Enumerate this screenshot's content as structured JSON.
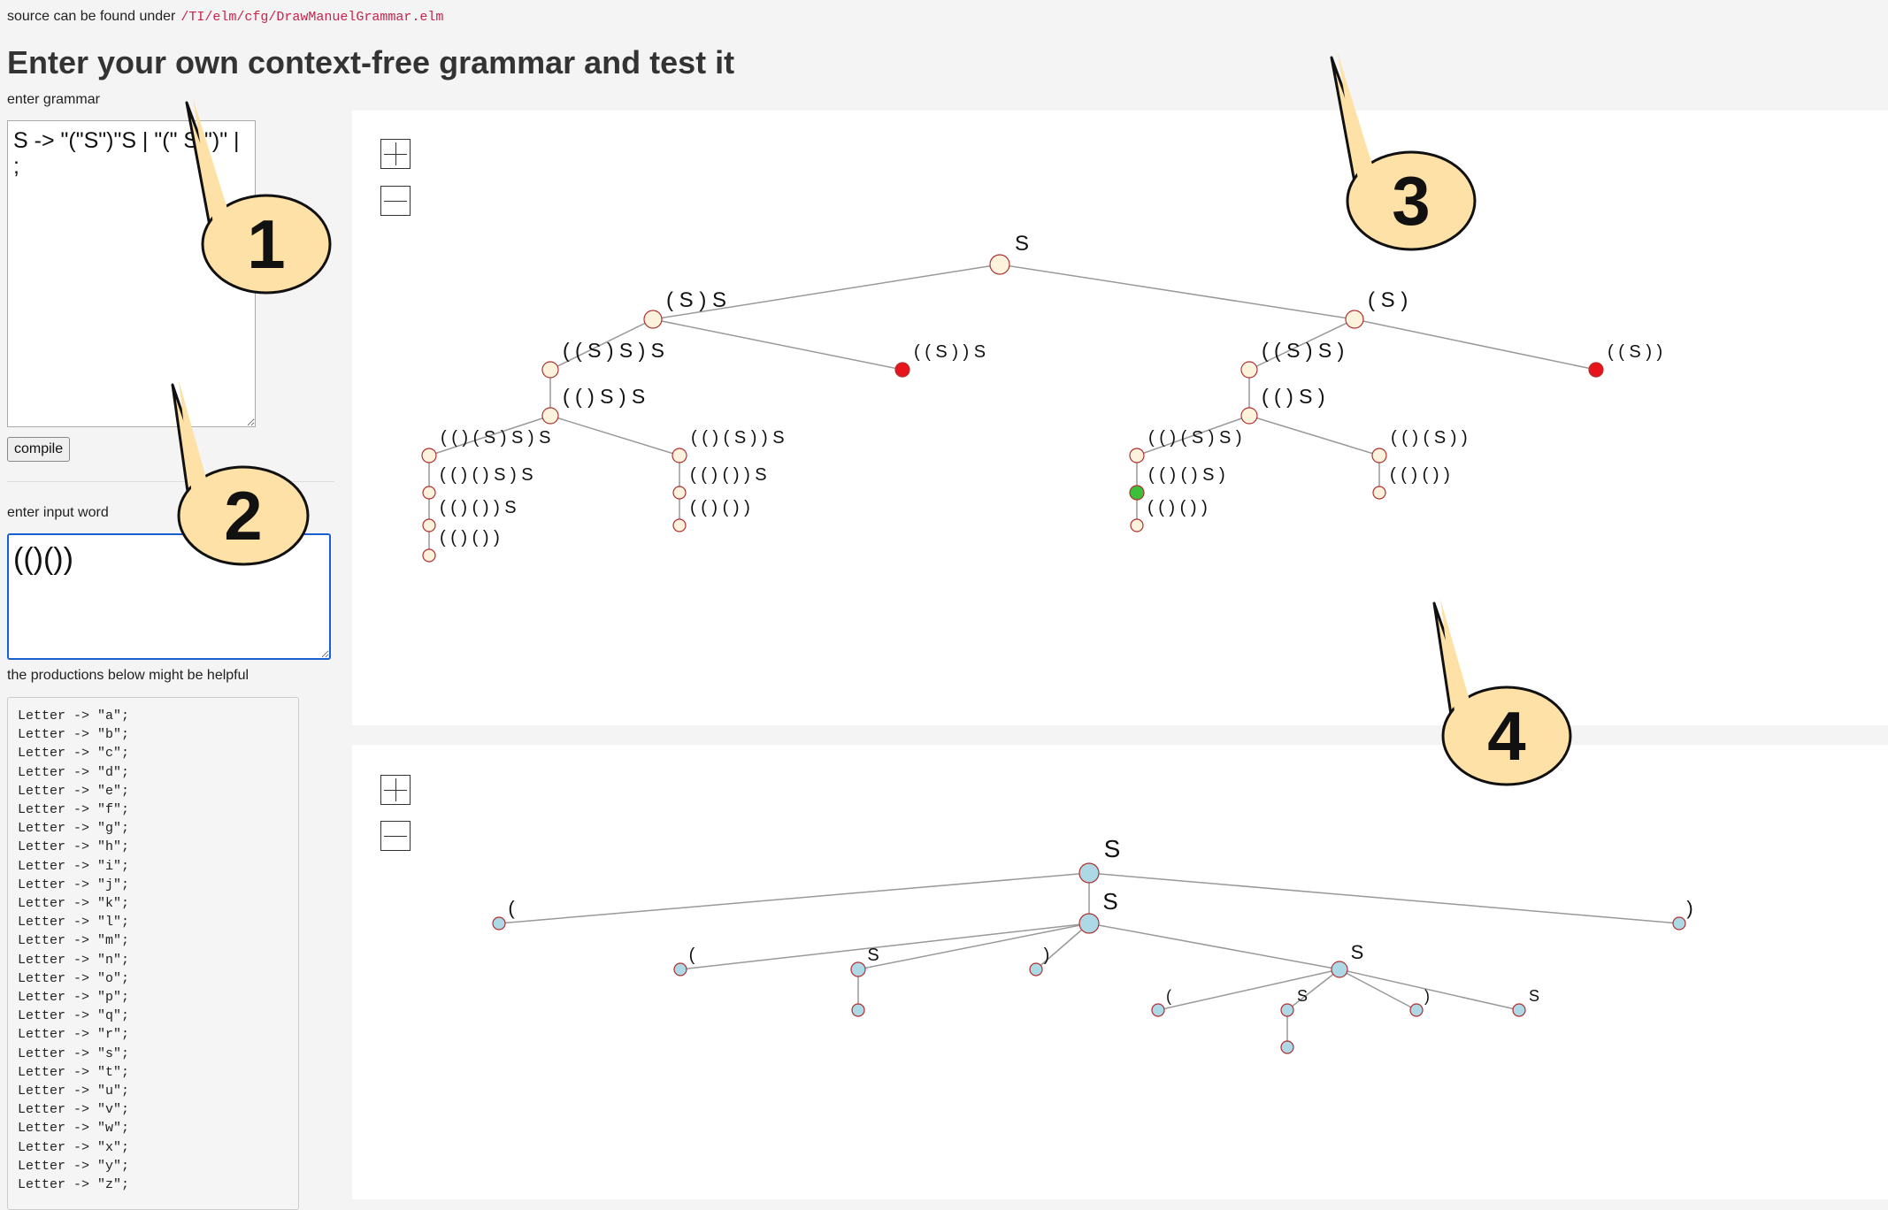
{
  "source_line": {
    "prefix": "source can be found under",
    "path": "/TI/elm/cfg/DrawManuelGrammar.elm"
  },
  "page_title": "Enter your own context-free grammar and test it",
  "grammar": {
    "label": "enter grammar",
    "value": "S -> \"(\"S\")\"S | \"(\" S \")\" | ;",
    "compile_label": "compile"
  },
  "word": {
    "label": "enter input word",
    "value": "(()())"
  },
  "productions": {
    "label": "the productions below might be helpful",
    "items": [
      "Letter -> \"a\";",
      "Letter -> \"b\";",
      "Letter -> \"c\";",
      "Letter -> \"d\";",
      "Letter -> \"e\";",
      "Letter -> \"f\";",
      "Letter -> \"g\";",
      "Letter -> \"h\";",
      "Letter -> \"i\";",
      "Letter -> \"j\";",
      "Letter -> \"k\";",
      "Letter -> \"l\";",
      "Letter -> \"m\";",
      "Letter -> \"n\";",
      "Letter -> \"o\";",
      "Letter -> \"p\";",
      "Letter -> \"q\";",
      "Letter -> \"r\";",
      "Letter -> \"s\";",
      "Letter -> \"t\";",
      "Letter -> \"u\";",
      "Letter -> \"v\";",
      "Letter -> \"w\";",
      "Letter -> \"x\";",
      "Letter -> \"y\";",
      "Letter -> \"z\";"
    ]
  },
  "callouts": [
    "1",
    "2",
    "3",
    "4"
  ],
  "search_tree": {
    "colors": {
      "open": "#fdf3dd",
      "stroke": "#b03030",
      "dead_end": "#e8141c",
      "accepted": "#3cc03c",
      "edge": "#999999"
    },
    "nodes": [
      {
        "id": "root",
        "label": "S",
        "status": "open"
      },
      {
        "id": "a",
        "label": "( S ) S",
        "status": "open"
      },
      {
        "id": "b",
        "label": "( S )",
        "status": "open"
      },
      {
        "id": "a1",
        "label": "( ( S ) S ) S",
        "status": "open"
      },
      {
        "id": "a2",
        "label": "( ( S ) ) S",
        "status": "dead_end"
      },
      {
        "id": "a11",
        "label": "( ( ) S ) S",
        "status": "open"
      },
      {
        "id": "a111",
        "label": "( ( ) ( S ) S ) S",
        "status": "open"
      },
      {
        "id": "a112",
        "label": "( ( ) ( S ) ) S",
        "status": "open"
      },
      {
        "id": "a1111",
        "label": "( ( ) ( ) S ) S",
        "status": "open"
      },
      {
        "id": "a11111",
        "label": "( ( ) ( ) ) S",
        "status": "open"
      },
      {
        "id": "a111111",
        "label": "( ( ) ( ) )",
        "status": "open"
      },
      {
        "id": "a1121",
        "label": "( ( ) ( ) ) S",
        "status": "open"
      },
      {
        "id": "a11211",
        "label": "( ( ) ( ) )",
        "status": "open"
      },
      {
        "id": "b1",
        "label": "( ( S ) S )",
        "status": "open"
      },
      {
        "id": "b2",
        "label": "( ( S ) )",
        "status": "dead_end"
      },
      {
        "id": "b11",
        "label": "( ( ) S )",
        "status": "open"
      },
      {
        "id": "b111",
        "label": "( ( ) ( S ) S )",
        "status": "open"
      },
      {
        "id": "b112",
        "label": "( ( ) ( S ) )",
        "status": "open"
      },
      {
        "id": "b1111",
        "label": "( ( ) ( ) S )",
        "status": "accepted"
      },
      {
        "id": "b11111",
        "label": "( ( ) ( ) )",
        "status": "open"
      },
      {
        "id": "b1121",
        "label": "( ( ) ( ) )",
        "status": "open"
      }
    ]
  },
  "derivation_tree": {
    "colors": {
      "node": "#add8e6",
      "stroke": "#b03030",
      "edge": "#999999"
    },
    "nodes": [
      {
        "id": "r",
        "label": "S"
      },
      {
        "id": "r1",
        "label": "("
      },
      {
        "id": "r2",
        "label": "S"
      },
      {
        "id": "r3",
        "label": ")"
      },
      {
        "id": "r21",
        "label": "("
      },
      {
        "id": "r22",
        "label": "S"
      },
      {
        "id": "r23",
        "label": ")"
      },
      {
        "id": "r24",
        "label": "S"
      },
      {
        "id": "r221",
        "label": ""
      },
      {
        "id": "r241",
        "label": "("
      },
      {
        "id": "r242",
        "label": "S"
      },
      {
        "id": "r243",
        "label": ")"
      },
      {
        "id": "r244",
        "label": "S"
      },
      {
        "id": "r2421",
        "label": ""
      }
    ]
  }
}
